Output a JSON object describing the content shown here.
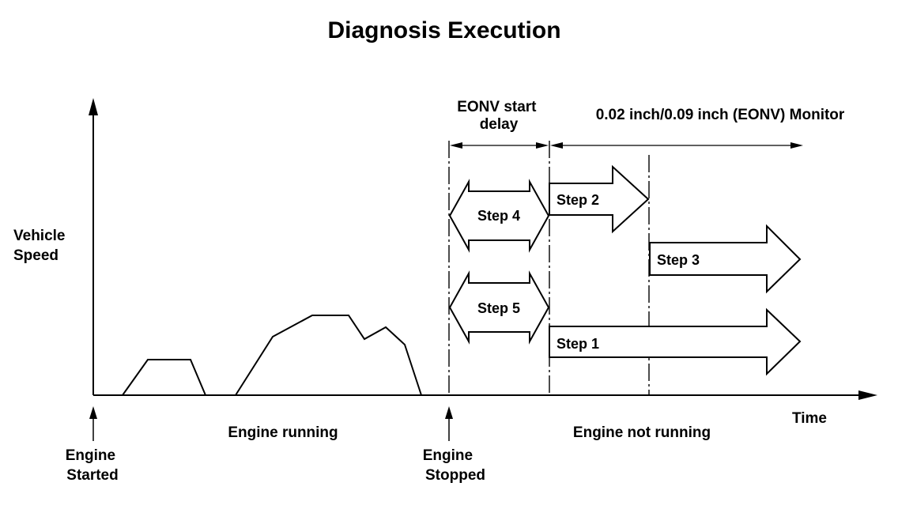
{
  "title": "Diagnosis Execution",
  "y_axis_label": [
    "Vehicle",
    "Speed"
  ],
  "x_axis_label": "Time",
  "phases": {
    "engine_running": "Engine running",
    "engine_not_running": "Engine not running"
  },
  "events": {
    "engine_started": [
      "Engine",
      "Started"
    ],
    "engine_stopped": [
      "Engine",
      "Stopped"
    ]
  },
  "intervals": {
    "eonv_start_delay": [
      "EONV start",
      "delay"
    ],
    "monitor": "0.02 inch/0.09 inch (EONV) Monitor"
  },
  "steps": {
    "step1": "Step 1",
    "step2": "Step 2",
    "step3": "Step 3",
    "step4": "Step 4",
    "step5": "Step 5"
  }
}
